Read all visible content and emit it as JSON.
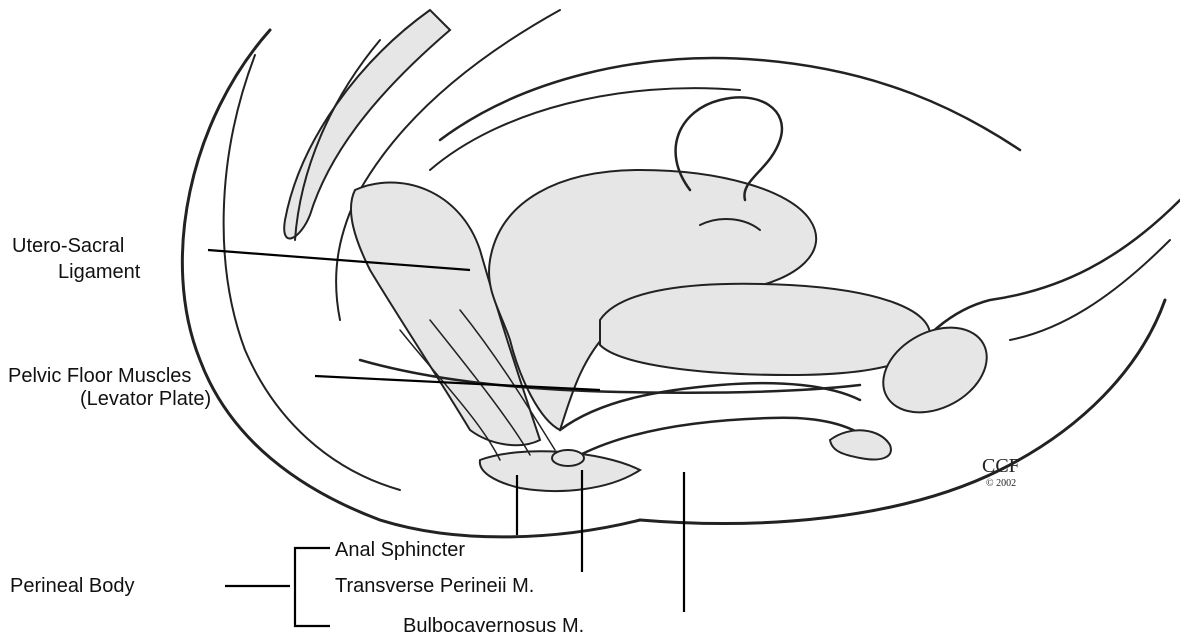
{
  "labels": {
    "utero_sacral_line1": "Utero-Sacral",
    "utero_sacral_line2": "Ligament",
    "pelvic_floor_line1": "Pelvic Floor Muscles",
    "pelvic_floor_line2": "(Levator Plate)",
    "perineal_body": "Perineal Body",
    "anal_sphincter": "Anal Sphincter",
    "transverse_perineii": "Transverse Perineii M.",
    "bulbocavernosus": "Bulbocavernosus M."
  },
  "credit": {
    "org": "CCF",
    "year": "© 2002"
  }
}
